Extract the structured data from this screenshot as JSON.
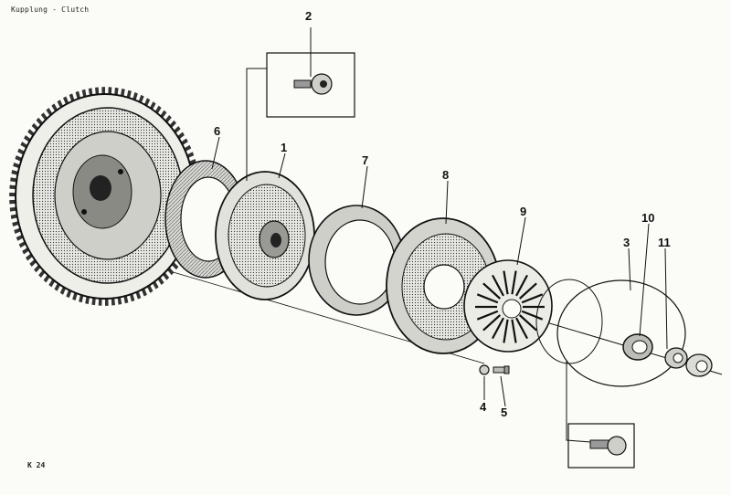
{
  "header": {
    "title": "Kupplung - Clutch"
  },
  "footer": {
    "page_ref": "K 24"
  },
  "callouts": [
    {
      "id": "c2",
      "label": "2"
    },
    {
      "id": "c6",
      "label": "6"
    },
    {
      "id": "c1",
      "label": "1"
    },
    {
      "id": "c7",
      "label": "7"
    },
    {
      "id": "c8",
      "label": "8"
    },
    {
      "id": "c9",
      "label": "9"
    },
    {
      "id": "c10",
      "label": "10"
    },
    {
      "id": "c3",
      "label": "3"
    },
    {
      "id": "c11",
      "label": "11"
    },
    {
      "id": "c4",
      "label": "4"
    },
    {
      "id": "c5",
      "label": "5"
    }
  ],
  "colors": {
    "ink": "#111111",
    "paper": "#fbfbf8",
    "shade": "#7a7a7a"
  }
}
